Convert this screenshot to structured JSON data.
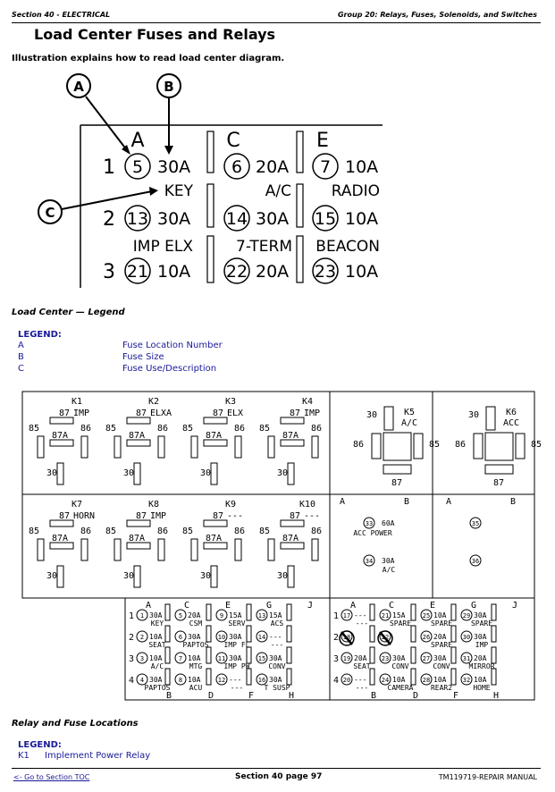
{
  "header": {
    "section": "Section 40 - ELECTRICAL",
    "group": "Group 20: Relays, Fuses, Solenoids, and Switches"
  },
  "title": "Load Center Fuses and Relays",
  "intro": "Illustration explains how to read load center diagram.",
  "diagram1": {
    "callouts": [
      "A",
      "B",
      "C"
    ],
    "columns": [
      "A",
      "C",
      "E"
    ],
    "rows": [
      {
        "num": "1",
        "fuses": [
          {
            "n": "5",
            "a": "30A",
            "label": ""
          },
          {
            "n": "6",
            "a": "20A",
            "label": ""
          },
          {
            "n": "7",
            "a": "10A",
            "label": ""
          }
        ],
        "labels_below": [
          "KEY",
          "A/C",
          "RADIO"
        ]
      },
      {
        "num": "2",
        "fuses": [
          {
            "n": "13",
            "a": "30A"
          },
          {
            "n": "14",
            "a": "30A"
          },
          {
            "n": "15",
            "a": "10A"
          }
        ],
        "labels_below": [
          "IMP ELX",
          "7-TERM",
          "BEACON"
        ]
      },
      {
        "num": "3",
        "fuses": [
          {
            "n": "21",
            "a": "10A"
          },
          {
            "n": "22",
            "a": "20A"
          },
          {
            "n": "23",
            "a": "10A"
          }
        ],
        "labels_below": []
      }
    ]
  },
  "caption1": "Load Center — Legend",
  "legend1": {
    "heading": "LEGEND:",
    "items": [
      {
        "k": "A",
        "v": "Fuse Location Number"
      },
      {
        "k": "B",
        "v": "Fuse Size"
      },
      {
        "k": "C",
        "v": "Fuse Use/Description"
      }
    ]
  },
  "relays": {
    "pins": {
      "p85": "85",
      "p86": "86",
      "p87": "87",
      "p87a": "87A",
      "p30": "30"
    },
    "top": [
      {
        "id": "K1",
        "name": "IMP"
      },
      {
        "id": "K2",
        "name": "ELXA"
      },
      {
        "id": "K3",
        "name": "ELX"
      },
      {
        "id": "K4",
        "name": "IMP"
      }
    ],
    "bottom": [
      {
        "id": "K7",
        "name": "HORN"
      },
      {
        "id": "K8",
        "name": "IMP"
      },
      {
        "id": "K9",
        "name": "---"
      },
      {
        "id": "K10",
        "name": "---"
      }
    ],
    "mini": [
      {
        "id": "K5",
        "name": "A/C"
      },
      {
        "id": "K6",
        "name": "ACC"
      }
    ]
  },
  "fuseBoxes": {
    "ab1": {
      "a": "A",
      "b": "B",
      "f1": {
        "n": "33",
        "a": "60A",
        "l": "ACC POWER"
      },
      "f2": {
        "n": "34",
        "a": "30A",
        "l": "A/C"
      }
    },
    "ab2": {
      "a": "A",
      "b": "B",
      "f1": {
        "n": "35"
      },
      "f2": {
        "n": "36"
      }
    }
  },
  "grid": {
    "colsTop": [
      "A",
      "C",
      "E",
      "G",
      "J"
    ],
    "colsBot": [
      "B",
      "D",
      "F",
      "H"
    ],
    "rowNums": [
      "1",
      "2",
      "3",
      "4"
    ],
    "left": [
      [
        {
          "n": "1",
          "a": "30A",
          "l": "KEY"
        },
        {
          "n": "5",
          "a": "20A",
          "l": "CSM"
        },
        {
          "n": "9",
          "a": "15A",
          "l": "SERV"
        },
        {
          "n": "13",
          "a": "15A",
          "l": "ACS"
        }
      ],
      [
        {
          "n": "2",
          "a": "10A",
          "l": "SEAT"
        },
        {
          "n": "6",
          "a": "30A",
          "l": "PAPTOS"
        },
        {
          "n": "10",
          "a": "30A",
          "l": "IMP FL"
        },
        {
          "n": "14",
          "a": "---",
          "l": "---"
        }
      ],
      [
        {
          "n": "3",
          "a": "10A",
          "l": "A/C"
        },
        {
          "n": "7",
          "a": "10A",
          "l": "MTG"
        },
        {
          "n": "11",
          "a": "30A",
          "l": "IMP PW"
        },
        {
          "n": "15",
          "a": "30A",
          "l": "CONV"
        }
      ],
      [
        {
          "n": "4",
          "a": "30A",
          "l": "PAPTOS"
        },
        {
          "n": "8",
          "a": "10A",
          "l": "ACU"
        },
        {
          "n": "12",
          "a": "---",
          "l": "---"
        },
        {
          "n": "16",
          "a": "30A",
          "l": "T SUSP"
        }
      ]
    ],
    "right": [
      [
        {
          "n": "17",
          "a": "---",
          "l": "---"
        },
        {
          "n": "21",
          "a": "15A",
          "l": "SPARE"
        },
        {
          "n": "25",
          "a": "10A",
          "l": "SPARE"
        },
        {
          "n": "29",
          "a": "30A",
          "l": "SPARE"
        }
      ],
      [
        {
          "n": "18",
          "a": "",
          "l": "",
          "x": true
        },
        {
          "n": "22",
          "a": "",
          "l": "",
          "x": true
        },
        {
          "n": "26",
          "a": "20A",
          "l": "SPARE"
        },
        {
          "n": "30",
          "a": "30A",
          "l": "IMP"
        }
      ],
      [
        {
          "n": "19",
          "a": "20A",
          "l": "SEAT"
        },
        {
          "n": "23",
          "a": "30A",
          "l": "CONV"
        },
        {
          "n": "27",
          "a": "30A",
          "l": "CONV"
        },
        {
          "n": "31",
          "a": "20A",
          "l": "MIRROR"
        }
      ],
      [
        {
          "n": "20",
          "a": "---",
          "l": "---"
        },
        {
          "n": "24",
          "a": "10A",
          "l": "CAMERA"
        },
        {
          "n": "28",
          "a": "10A",
          "l": "REAR2"
        },
        {
          "n": "32",
          "a": "10A",
          "l": "HOME"
        }
      ]
    ]
  },
  "caption2": "Relay and Fuse Locations",
  "legend2": {
    "heading": "LEGEND:",
    "items": [
      {
        "k": "K1",
        "v": "Implement Power Relay"
      }
    ]
  },
  "footer": {
    "toc": "<- Go to Section TOC",
    "page": "Section 40 page 97",
    "manual": "TM119719-REPAIR MANUAL"
  }
}
